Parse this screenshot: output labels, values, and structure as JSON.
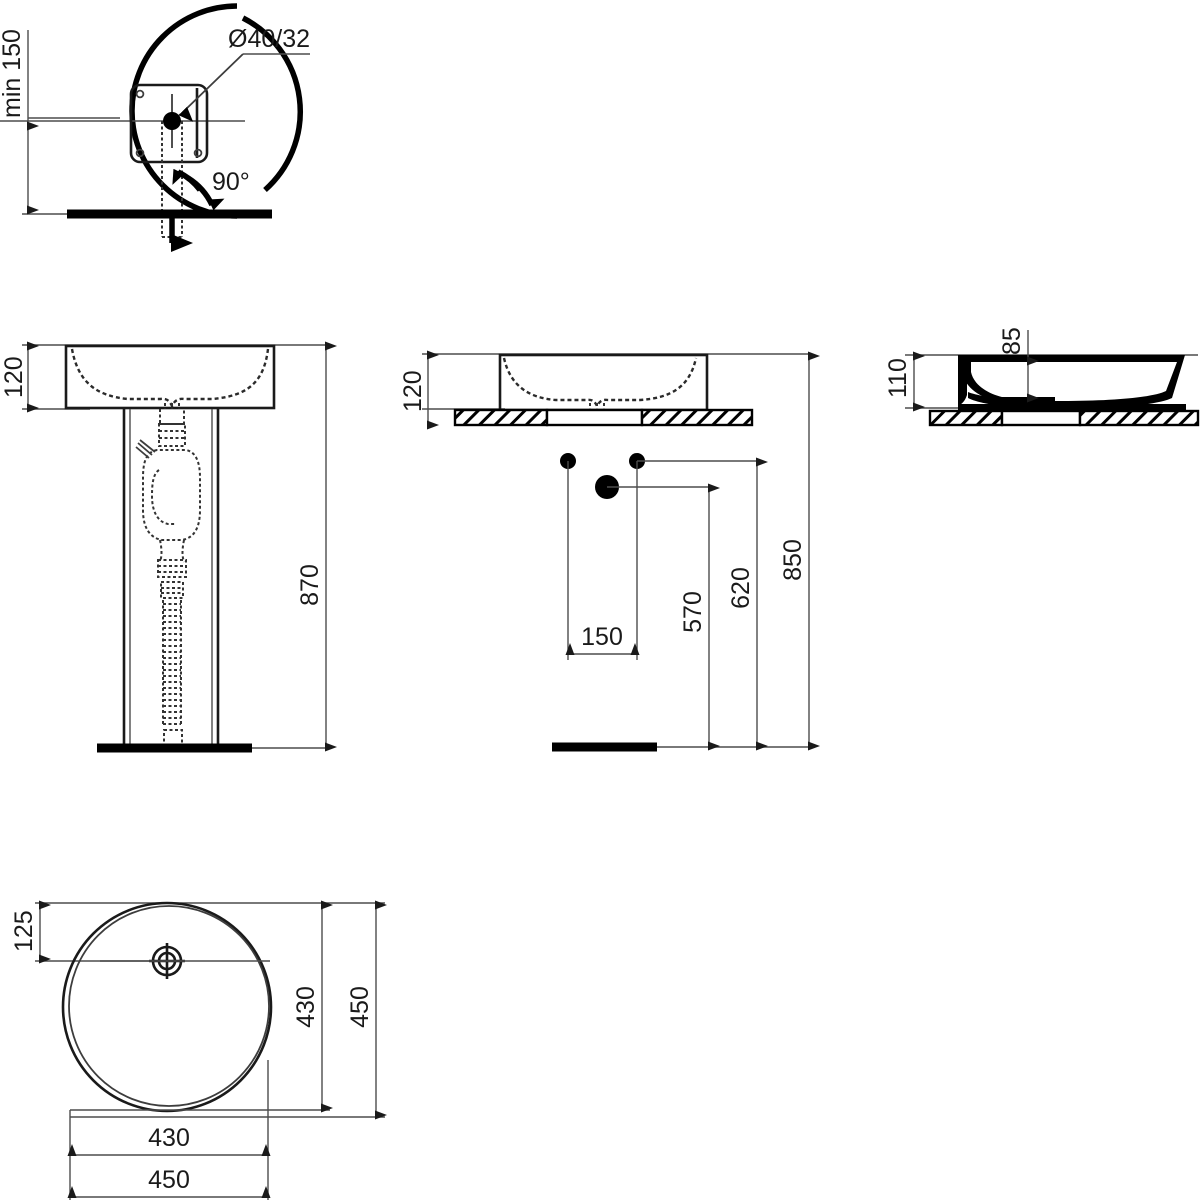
{
  "document": {
    "type": "technical-drawing",
    "subject": "round countertop / pedestal washbasin dimensional drawing",
    "units": "mm",
    "background_color": "#ffffff",
    "line_color": "#000000"
  },
  "views": {
    "detail_top_left": {
      "name": "drain connection detail",
      "labels": {
        "diameter": "Ø40/32",
        "angle": "90°",
        "min_height": "min 150"
      }
    },
    "elevation_left": {
      "name": "pedestal washbasin front elevation",
      "labels": {
        "basin_height": "120",
        "total_height": "870"
      }
    },
    "elevation_middle": {
      "name": "countertop basin installation elevation",
      "labels": {
        "basin_height": "120",
        "tap_spacing": "150",
        "waste_height": "570",
        "tap_height": "620",
        "rim_height": "850"
      }
    },
    "section_right": {
      "name": "basin cross section",
      "labels": {
        "basin_depth": "110",
        "bowl_depth": "85"
      }
    },
    "plan_bottom": {
      "name": "basin plan view",
      "labels": {
        "drain_offset": "125",
        "bowl_width": "430",
        "overall_width": "450",
        "bowl_depth_plan": "430",
        "overall_depth_plan": "450"
      }
    }
  },
  "chart_data": {
    "type": "table",
    "title": "Washbasin dimensions (mm)",
    "categories": [
      "Ø40/32",
      "90°",
      "min 150",
      "120",
      "870",
      "150",
      "570",
      "620",
      "850",
      "110",
      "85",
      "125",
      "430",
      "450"
    ],
    "values": [
      40,
      90,
      150,
      120,
      870,
      150,
      570,
      620,
      850,
      110,
      85,
      125,
      430,
      450
    ]
  }
}
